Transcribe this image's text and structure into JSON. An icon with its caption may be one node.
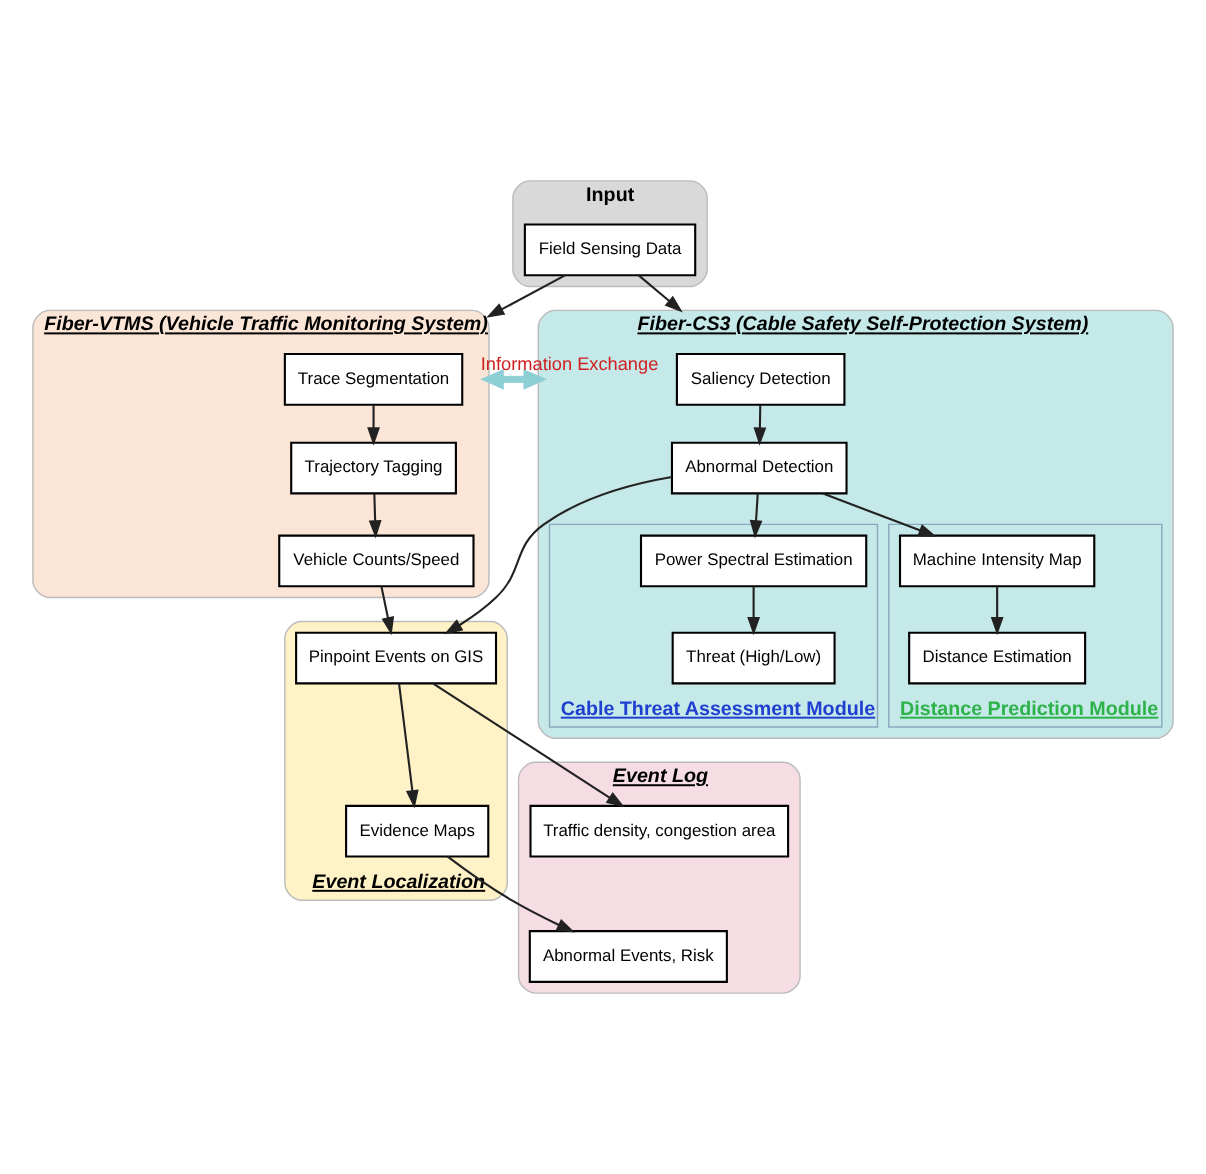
{
  "diagram": {
    "nodes": [
      {
        "text": [
          "Input"
        ]
      },
      {
        "text": [
          "Field Sensing Data"
        ],
        "in": 0
      },
      {
        "text": [
          "Fiber-VTMS (Vehicle Traffic Monitoring System)"
        ]
      },
      {
        "text": [
          "Trace Segmentation"
        ],
        "in": 2
      },
      {
        "text": [
          "Trajectory Tagging"
        ],
        "in": 2
      },
      {
        "text": [
          "Vehicle Counts/Speed"
        ],
        "in": 2
      },
      {
        "text": [
          "Fiber-CS3 (Cable Safety Self-Protection System)"
        ]
      },
      {
        "text": [
          "Saliency Detection"
        ],
        "in": 6
      },
      {
        "text": [
          "Abnormal Detection"
        ],
        "in": 6
      },
      {
        "text": [
          "Cable Threat Assessment Module"
        ],
        "in": 6
      },
      {
        "text": [
          "Threat (High/Low)"
        ],
        "in": 9
      },
      {
        "text": [
          "Power Spectral Estimation"
        ],
        "in": 9
      },
      {
        "text": [
          "Distance Prediction Module"
        ],
        "in": 6
      },
      {
        "text": [
          "Distance Estimation"
        ],
        "in": 12
      },
      {
        "text": [
          "Machine Intensity Map"
        ],
        "in": 12
      },
      {
        "text": [
          "Event Log"
        ]
      },
      {
        "text": [
          "Traffic density, congestion area"
        ],
        "in": 15
      },
      {
        "text": [
          "Abnormal Events, Risk"
        ],
        "in": 15
      },
      {
        "text": [
          "Event Localization"
        ]
      },
      {
        "text": [
          "Pinpoint Events on GIS"
        ],
        "in": 18
      },
      {
        "text": [
          "Evidence Maps"
        ],
        "in": 18
      }
    ],
    "edges": [
      {
        "from": 1,
        "to": 2,
        "arrow": "to"
      },
      {
        "from": 1,
        "to": 6,
        "arrow": "to"
      },
      {
        "from": 2,
        "to": 6,
        "arrow": "both",
        "label": "Information Exchange",
        "style": "thick",
        "color": "#8ecfd6"
      },
      {
        "from": 3,
        "to": 4,
        "arrow": "to"
      },
      {
        "from": 4,
        "to": 5,
        "arrow": "to"
      },
      {
        "from": 7,
        "to": 8,
        "arrow": "to"
      },
      {
        "from": 5,
        "to": 19,
        "arrow": "to"
      },
      {
        "from": 8,
        "to": 19,
        "arrow": "to"
      },
      {
        "from": 8,
        "to": 11,
        "arrow": "to"
      },
      {
        "from": 8,
        "to": 14,
        "arrow": "to"
      },
      {
        "from": 11,
        "to": 10,
        "arrow": "to"
      },
      {
        "from": 14,
        "to": 13,
        "arrow": "to"
      },
      {
        "from": 19,
        "to": 16,
        "arrow": "to"
      },
      {
        "from": 19,
        "to": 20,
        "arrow": "to"
      },
      {
        "from": 20,
        "to": 17,
        "arrow": "to"
      }
    ]
  }
}
